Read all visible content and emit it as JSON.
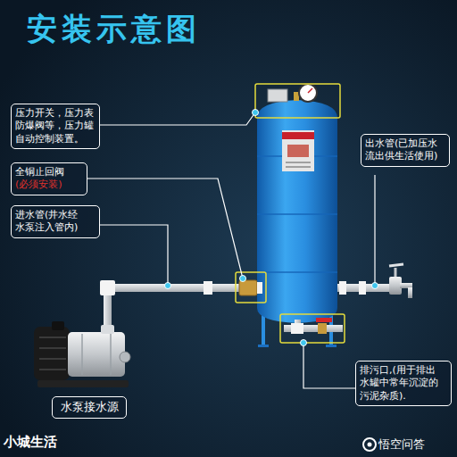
{
  "diagram": {
    "title": "安装示意图",
    "nodes": [
      {
        "text": [
          "压力开关，压力表 防爆阀等，压力罐 自动控制装置。"
        ]
      },
      {
        "text": [
          "出水管(已加压水 流出供生活使用)"
        ]
      },
      {
        "text": [
          "全铜止回阀",
          "(必须安装)"
        ]
      },
      {
        "text": [
          "进水管(井水经 水泵注入管内)"
        ]
      },
      {
        "text": [
          "排污口,(用于排出 水罐中常年沉淀的 污泥杂质)."
        ]
      },
      {
        "text": [
          "水泵接水源"
        ]
      }
    ],
    "labels": [
      "小城生活",
      "悟空问答"
    ]
  }
}
